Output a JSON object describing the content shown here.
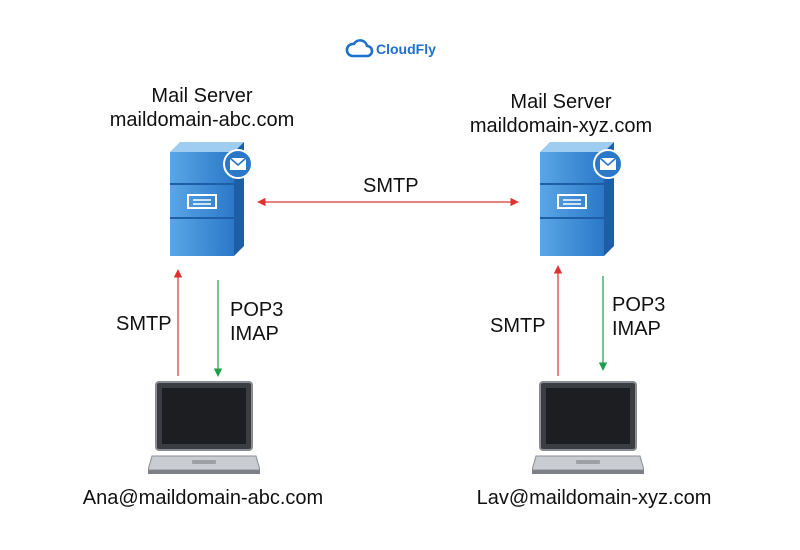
{
  "brand": {
    "name": "CloudFly",
    "icon": "cloud-icon",
    "color": "#1f6fd0"
  },
  "servers": [
    {
      "title": "Mail Server",
      "domain": "maildomain-abc.com",
      "icon": "mail-server-icon"
    },
    {
      "title": "Mail Server",
      "domain": "maildomain-xyz.com",
      "icon": "mail-server-icon"
    }
  ],
  "server_link": {
    "label": "SMTP",
    "color": "#e03030"
  },
  "clients": [
    {
      "email": "Ana@maildomain-abc.com",
      "icon": "laptop-icon",
      "send_protocol": "SMTP",
      "receive_protocols": [
        "POP3",
        "IMAP"
      ]
    },
    {
      "email": "Lav@maildomain-xyz.com",
      "icon": "laptop-icon",
      "send_protocol": "SMTP",
      "receive_protocols": [
        "POP3",
        "IMAP"
      ]
    }
  ],
  "colors": {
    "send_arrow": "#e03030",
    "receive_arrow": "#1e9e4a"
  }
}
